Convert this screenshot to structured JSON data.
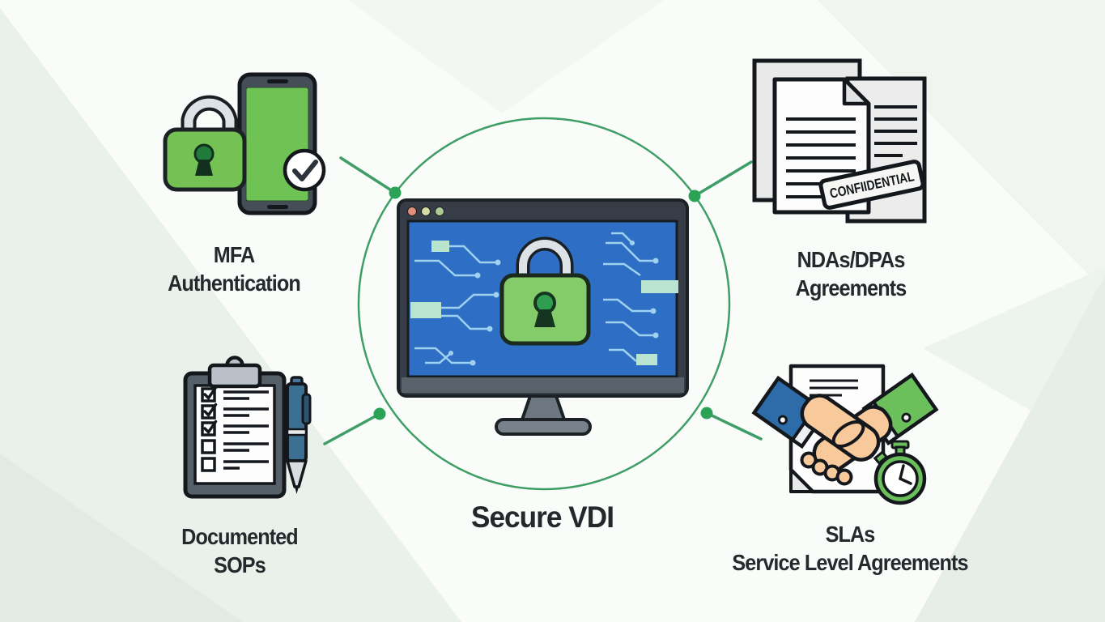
{
  "diagram": {
    "center_label": "Secure VDI",
    "stamp_text": "CONFIIDENTIAL",
    "nodes": [
      {
        "id": "mfa",
        "icon": "lock-and-phone-icon",
        "line1": "MFA",
        "line2": "Authentication"
      },
      {
        "id": "ndas-dpas",
        "icon": "confidential-documents-icon",
        "line1": "NDAs/DPAs",
        "line2": "Agreements"
      },
      {
        "id": "sops",
        "icon": "clipboard-checklist-icon",
        "line1": "Documented",
        "line2": "SOPs"
      },
      {
        "id": "slas",
        "icon": "handshake-stopwatch-icon",
        "line1": "SLAs",
        "line2": "Service Level Agreements"
      }
    ],
    "colors": {
      "accent_green": "#3f9e66",
      "connector_dot_green": "#2aa356",
      "lock_green": "#84cc6a",
      "screen_blue": "#2e6ec4",
      "trace_blue": "#9ed2f0",
      "chip_mint": "#b9e4cf",
      "frame_dark": "#363d46",
      "text_dark": "#24292d"
    }
  }
}
